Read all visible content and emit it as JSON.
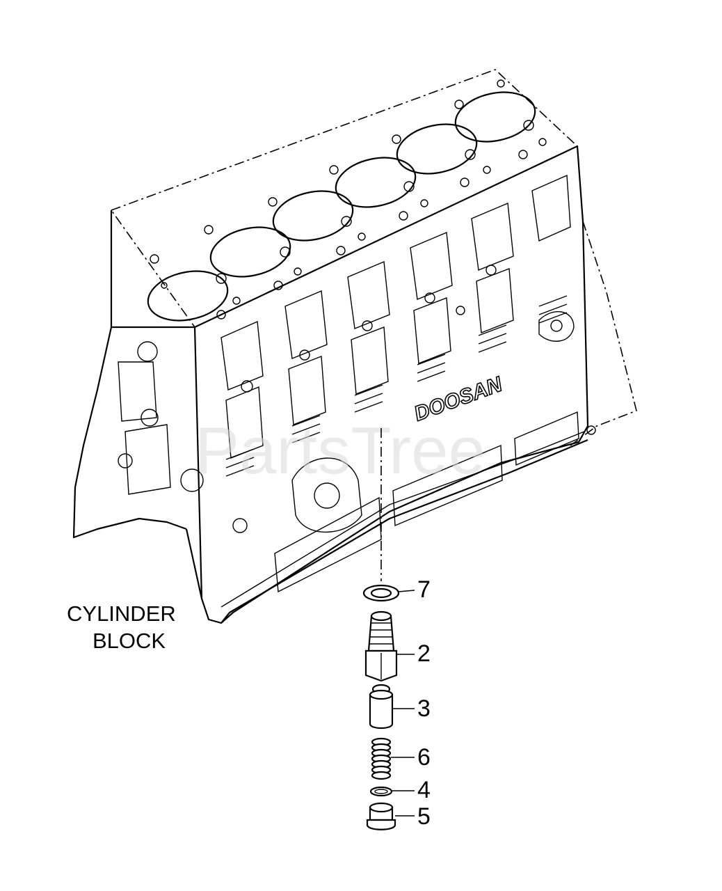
{
  "labels": {
    "cylinder_block_line1": "CYLINDER",
    "cylinder_block_line2": "BLOCK",
    "watermark": "PartsTree",
    "brand": "DOOSAN"
  },
  "callouts": [
    {
      "num": "7",
      "part": "washer"
    },
    {
      "num": "2",
      "part": "fitting"
    },
    {
      "num": "3",
      "part": "valve"
    },
    {
      "num": "6",
      "part": "spring"
    },
    {
      "num": "4",
      "part": "o-ring"
    },
    {
      "num": "5",
      "part": "plug"
    }
  ]
}
